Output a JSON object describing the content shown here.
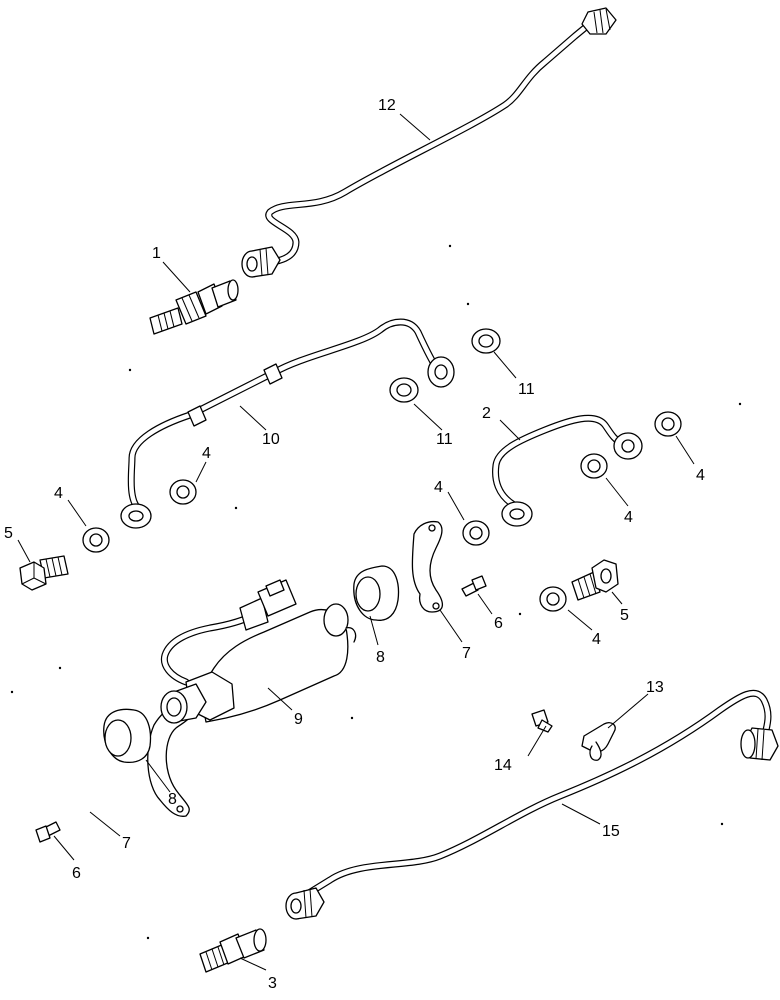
{
  "diagram": {
    "callouts": [
      {
        "id": "c1",
        "text": "1"
      },
      {
        "id": "c2",
        "text": "2"
      },
      {
        "id": "c3",
        "text": "3"
      },
      {
        "id": "c4a",
        "text": "4"
      },
      {
        "id": "c4b",
        "text": "4"
      },
      {
        "id": "c4c",
        "text": "4"
      },
      {
        "id": "c4d",
        "text": "4"
      },
      {
        "id": "c4e",
        "text": "4"
      },
      {
        "id": "c4f",
        "text": "4"
      },
      {
        "id": "c5a",
        "text": "5"
      },
      {
        "id": "c5b",
        "text": "5"
      },
      {
        "id": "c6a",
        "text": "6"
      },
      {
        "id": "c6b",
        "text": "6"
      },
      {
        "id": "c7a",
        "text": "7"
      },
      {
        "id": "c7b",
        "text": "7"
      },
      {
        "id": "c8a",
        "text": "8"
      },
      {
        "id": "c8b",
        "text": "8"
      },
      {
        "id": "c9",
        "text": "9"
      },
      {
        "id": "c10",
        "text": "10"
      },
      {
        "id": "c11a",
        "text": "11"
      },
      {
        "id": "c11b",
        "text": "11"
      },
      {
        "id": "c12",
        "text": "12"
      },
      {
        "id": "c13",
        "text": "13"
      },
      {
        "id": "c14",
        "text": "14"
      },
      {
        "id": "c15",
        "text": "15"
      }
    ]
  }
}
